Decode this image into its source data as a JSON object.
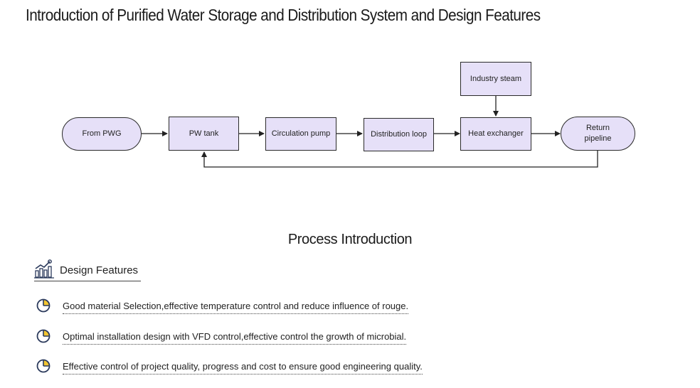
{
  "title": "Introduction of Purified Water Storage and Distribution System and Design Features",
  "diagram": {
    "nodes": {
      "from_pwg": "From PWG",
      "pw_tank": "PW tank",
      "circulation_pump": "Circulation pump",
      "distribution_loop": "Distribution loop",
      "heat_exchanger": "Heat exchanger",
      "industry_steam": "Industry steam",
      "return_pipeline": "Return pipeline"
    }
  },
  "process_title": "Process Introduction",
  "design": {
    "heading": "Design Features",
    "items": [
      "Good material Selection,effective temperature control and reduce influence of rouge.",
      "Optimal installation design with VFD control,effective control the growth of microbial.",
      "Effective control of project quality, progress and cost to ensure good engineering quality."
    ]
  },
  "colors": {
    "node_fill": "#e6e0f8",
    "stroke": "#2a2a2a",
    "icon_yellow": "#f3c530",
    "icon_navy": "#2b3a5c"
  }
}
